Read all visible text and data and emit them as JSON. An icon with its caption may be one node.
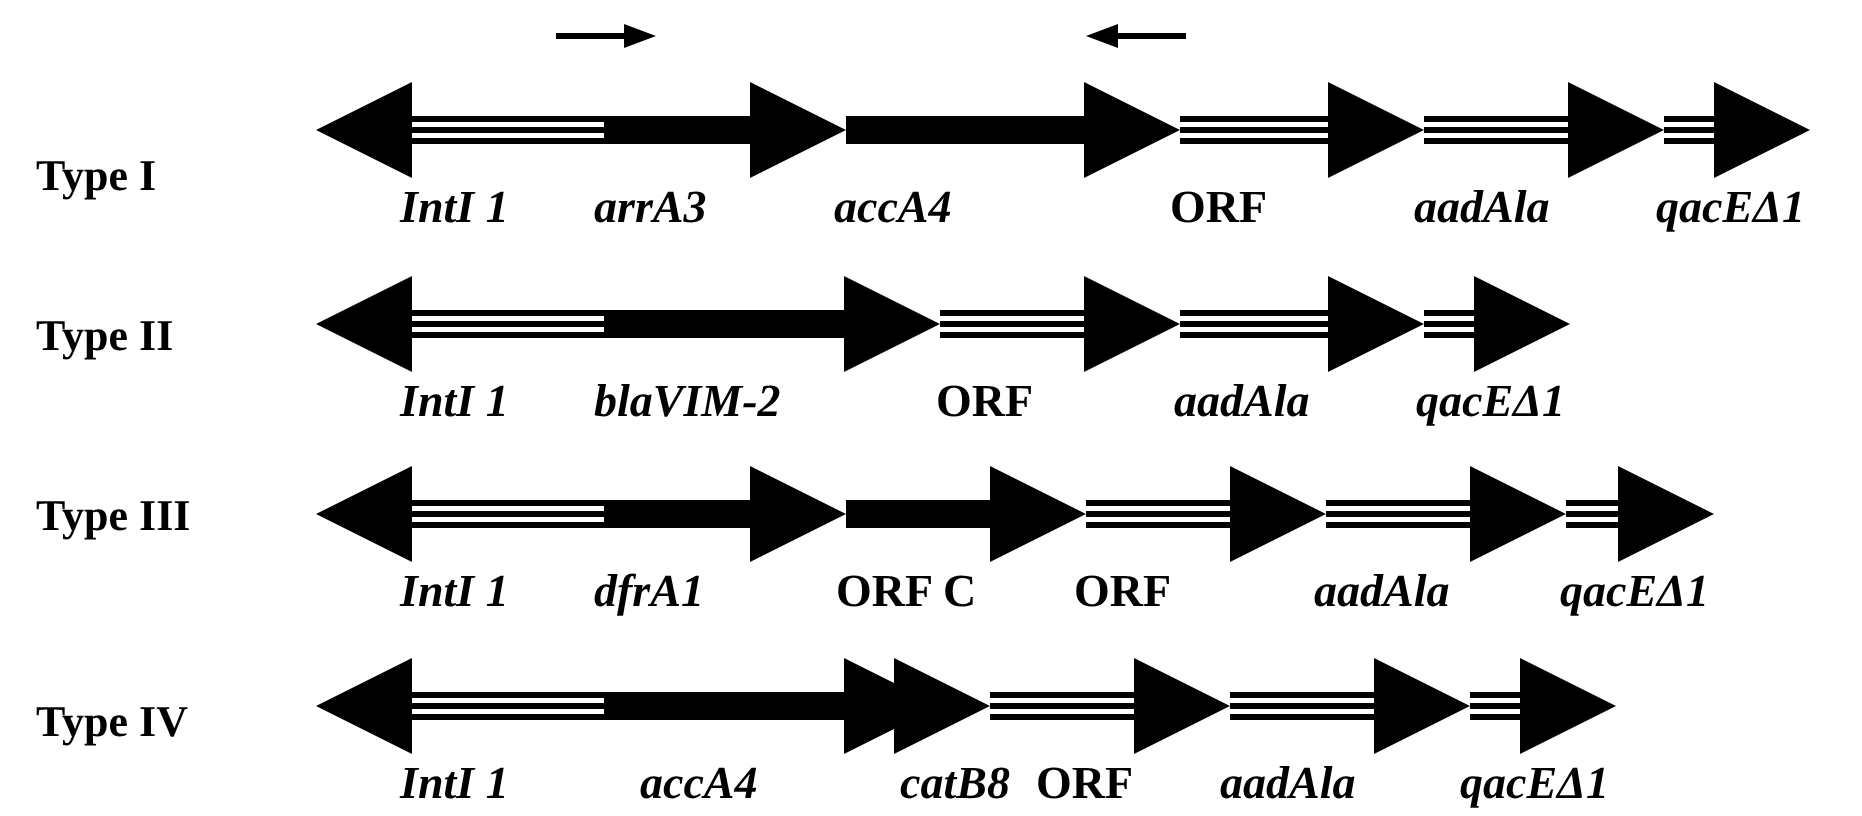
{
  "diagram": {
    "nodes": [
      {
        "text": [
          "IntI 1"
        ]
      },
      {
        "text": [
          "arrA3"
        ]
      },
      {
        "text": [
          "accA4"
        ]
      },
      {
        "text": [
          "ORF"
        ]
      },
      {
        "text": [
          "aadAla"
        ]
      },
      {
        "text": [
          "qacEΔ1"
        ]
      },
      {
        "text": [
          "IntI 1"
        ]
      },
      {
        "text": [
          "blaVIM-2"
        ]
      },
      {
        "text": [
          "ORF"
        ]
      },
      {
        "text": [
          "aadAla"
        ]
      },
      {
        "text": [
          "qacEΔ1"
        ]
      },
      {
        "text": [
          "IntI 1"
        ]
      },
      {
        "text": [
          "dfrA1"
        ]
      },
      {
        "text": [
          "ORF C"
        ]
      },
      {
        "text": [
          "ORF"
        ]
      },
      {
        "text": [
          "aadAla"
        ]
      },
      {
        "text": [
          "qacEΔ1"
        ]
      },
      {
        "text": [
          "IntI 1"
        ]
      },
      {
        "text": [
          "accA4"
        ]
      },
      {
        "text": [
          "catB8"
        ]
      },
      {
        "text": [
          "ORF"
        ]
      },
      {
        "text": [
          "aadAla"
        ]
      },
      {
        "text": [
          "qacEΔ1"
        ]
      }
    ],
    "labels": [
      "Type I",
      "Type II",
      "Type III",
      "Type IV"
    ]
  }
}
